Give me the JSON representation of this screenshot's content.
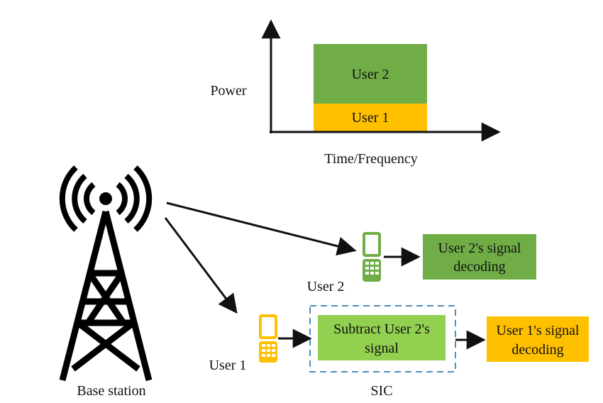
{
  "power_chart": {
    "y_label": "Power",
    "x_label": "Time/Frequency",
    "upper_block": "User 2",
    "lower_block": "User 1"
  },
  "base_station": {
    "label": "Base station"
  },
  "user2": {
    "label": "User 2",
    "decoding_line1": "User 2's signal",
    "decoding_line2": "decoding"
  },
  "user1": {
    "label": "User 1",
    "sic_line1": "Subtract User 2's",
    "sic_line2": "signal",
    "sic_label": "SIC",
    "decoding_line1": "User 1's signal",
    "decoding_line2": "decoding"
  },
  "colors": {
    "user2_green": "#70ad47",
    "user1_orange": "#ffc000",
    "sic_green": "#92d050",
    "sic_border": "#4a90b8",
    "phone_green": "#70ad47",
    "phone_orange": "#ffc000"
  }
}
